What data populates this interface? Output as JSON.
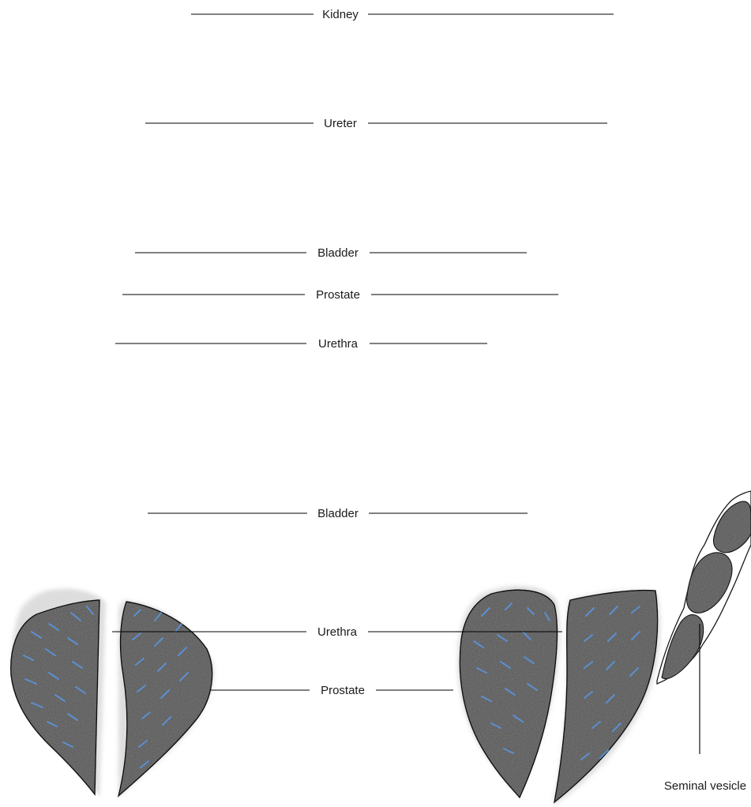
{
  "labels": {
    "kidney": "Kidney",
    "ureter": "Ureter",
    "bladder_upper": "Bladder",
    "prostate_upper": "Prostate",
    "urethra_upper": "Urethra",
    "bladder_lower": "Bladder",
    "urethra_lower": "Urethra",
    "prostate_lower": "Prostate",
    "seminal_vesicle": "Seminal vesicle"
  },
  "colors": {
    "line": "#000000",
    "gland_fill": "#8a8a8a",
    "gland_halo": "#c8c8c8",
    "duct_marks": "#5b8fd0"
  }
}
